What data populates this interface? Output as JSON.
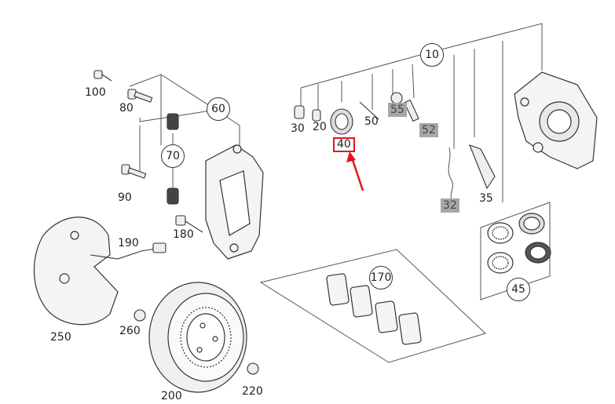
{
  "labels": {
    "p10": "10",
    "p20": "20",
    "p30": "30",
    "p32": "32",
    "p35": "35",
    "p40": "40",
    "p45": "45",
    "p50": "50",
    "p52": "52",
    "p55": "55",
    "p60": "60",
    "p70": "70",
    "p80": "80",
    "p90": "90",
    "p100": "100",
    "p170": "170",
    "p180": "180",
    "p190": "190",
    "p200": "200",
    "p220": "220",
    "p250": "250",
    "p260": "260"
  },
  "colors": {
    "highlight": "#e3141f",
    "line": "#444444",
    "shaded_label": "#a7a7a7"
  },
  "highlighted_part": "40"
}
